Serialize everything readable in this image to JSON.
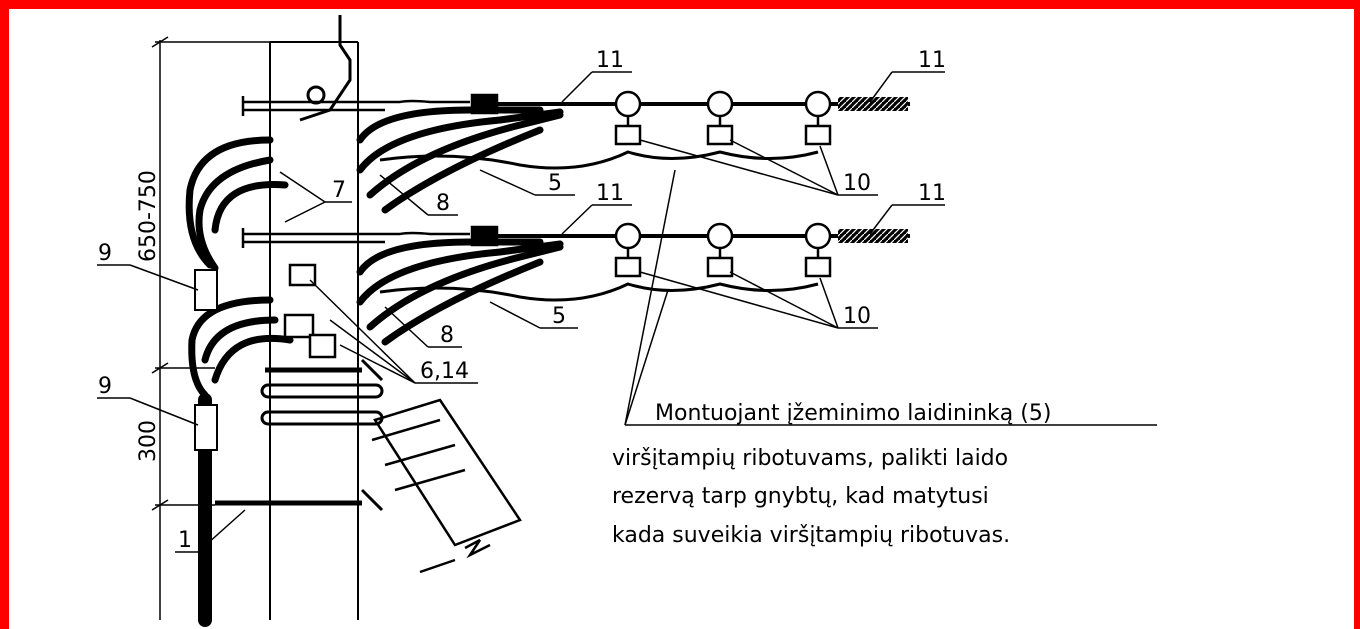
{
  "frame_color": "#ff0000",
  "dimensions": {
    "upper": "650-750",
    "lower": "300"
  },
  "callouts": {
    "c11_a": "11",
    "c11_b": "11",
    "c11_c": "11",
    "c11_d": "11",
    "c7": "7",
    "c8_a": "8",
    "c8_b": "8",
    "c5_a": "5",
    "c5_b": "5",
    "c10_a": "10",
    "c10_b": "10",
    "c9_a": "9",
    "c9_b": "9",
    "c614": "6,14",
    "c1": "1"
  },
  "note": {
    "line1": "Montuojant įžeminimo laidininką (5)",
    "line2": "viršįtampių ribotuvams, palikti laido",
    "line3": "rezervą tarp gnybtų, kad matytusi",
    "line4": "kada suveikia viršįtampių ribotuvas."
  }
}
